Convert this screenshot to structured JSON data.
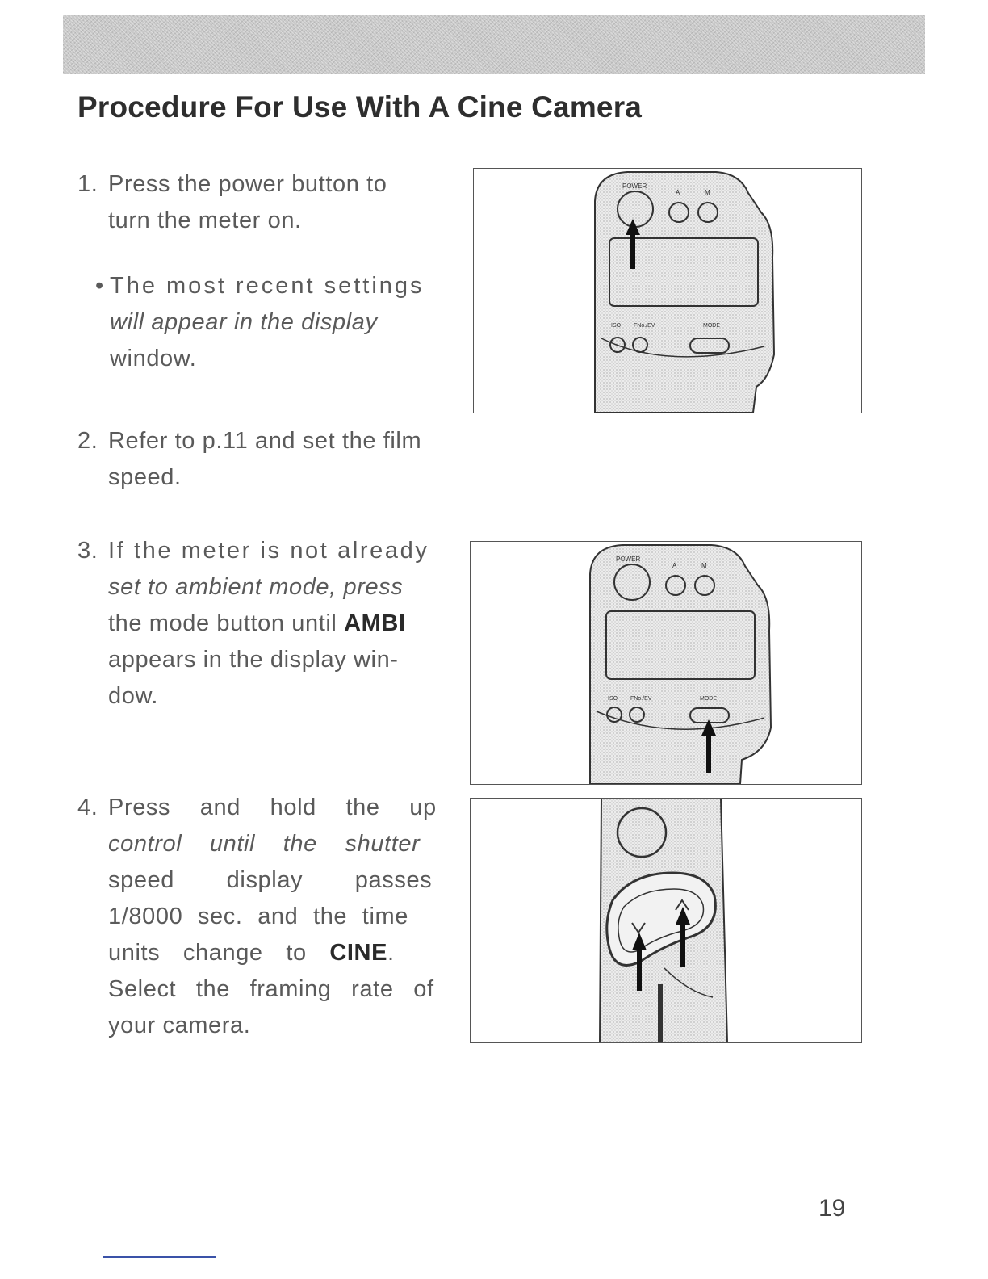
{
  "title": "Procedure For Use With A Cine Camera",
  "steps": {
    "s1_num": "1.",
    "s1_a": "Press the power button to",
    "s1_b": "turn the meter on.",
    "bullet_mark": "•",
    "b_a": "The most recent settings",
    "b_b": "will appear in the display",
    "b_c": "window.",
    "s2_num": "2.",
    "s2_a": "Refer to p.11 and set the film",
    "s2_b": "speed.",
    "s3_num": "3.",
    "s3_a": "If the meter is not already",
    "s3_b": "set to ambient mode, press",
    "s3_c": "the mode button until ",
    "s3_term": "AMBI",
    "s3_d": "appears in the display win-",
    "s3_e": "dow.",
    "s4_num": "4.",
    "s4_a": "Press and hold the up",
    "s4_b": "control until the shutter",
    "s4_c": "speed display passes",
    "s4_d": "1/8000 sec. and the time",
    "s4_e": "units change to ",
    "s4_term": "CINE",
    "s4_term_after": ".",
    "s4_f": "Select the framing rate of",
    "s4_g": "your camera."
  },
  "figures": {
    "meter_labels": {
      "power": "POWER",
      "a": "A",
      "m": "M",
      "iso": "ISO",
      "fno": "FNo./EV",
      "mode": "MODE"
    }
  },
  "page_number": "19"
}
